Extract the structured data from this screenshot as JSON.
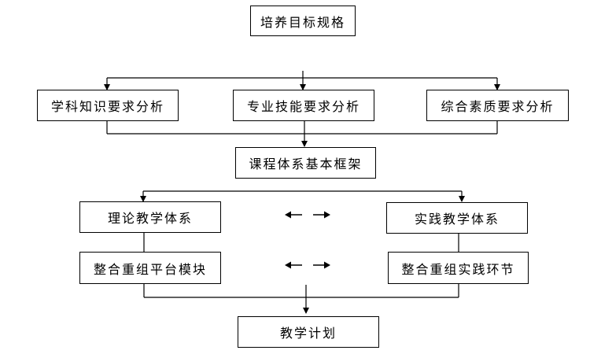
{
  "boxes": {
    "goal": "培养目标规格",
    "knowledge": "学科知识要求分析",
    "skill": "专业技能要求分析",
    "quality": "综合素质要求分析",
    "framework": "课程体系基本框架",
    "theory": "理论教学体系",
    "practice": "实践教学体系",
    "platform": "整合重组平台模块",
    "practice_link": "整合重组实践环节",
    "plan": "教学计划"
  }
}
